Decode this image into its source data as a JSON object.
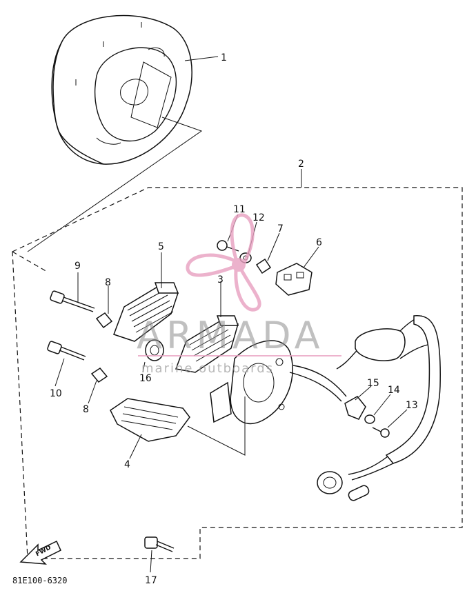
{
  "diagram": {
    "code": "81E100-6320",
    "fwd_label": "FWD",
    "callouts": [
      "1",
      "2",
      "3",
      "4",
      "5",
      "6",
      "7",
      "8",
      "8",
      "9",
      "10",
      "11",
      "12",
      "13",
      "14",
      "15",
      "16",
      "17"
    ]
  },
  "watermark": {
    "brand": "ARMADA",
    "tagline": "marine outboards",
    "color": "#e8a0c0"
  }
}
